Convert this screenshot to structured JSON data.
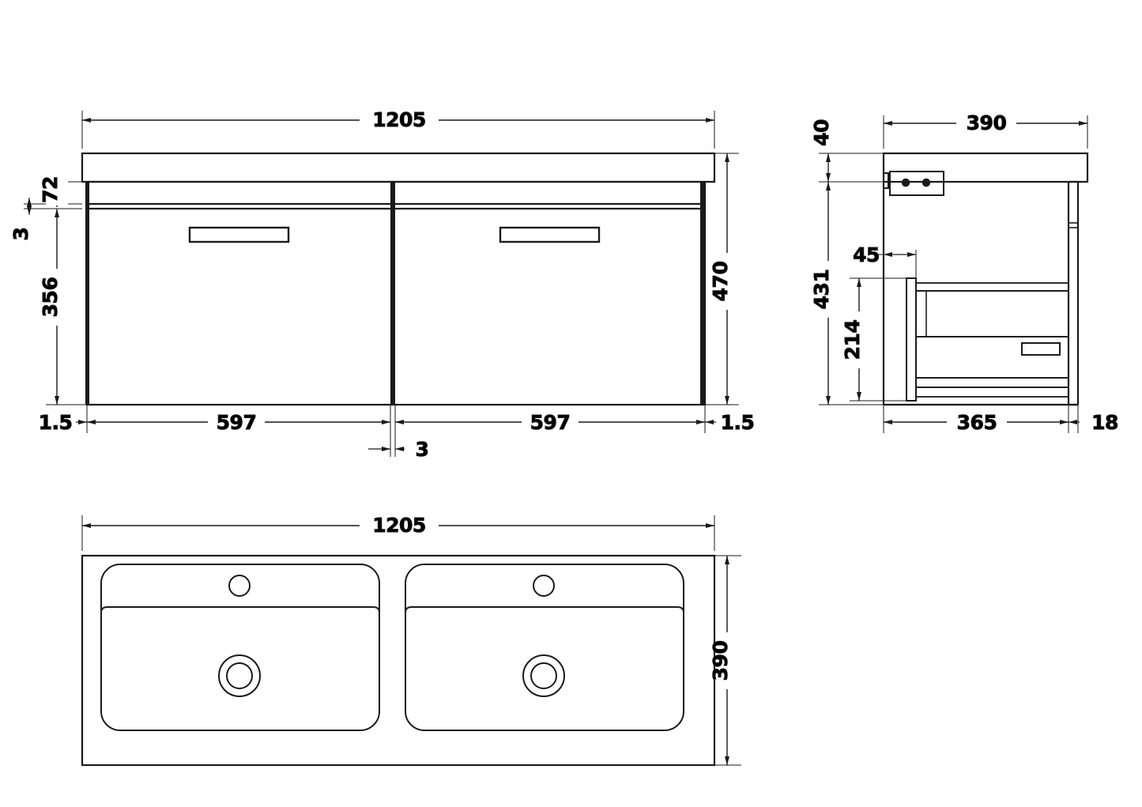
{
  "drawing": {
    "type": "technical-orthographic-drawing",
    "subject": "wall-hung double basin vanity unit with two drawers",
    "units": "mm",
    "line_color": "#1a1a1a",
    "background_color": "#ffffff"
  },
  "views": {
    "front": {
      "name": "front-elevation",
      "dimensions": {
        "overall_width": "1205",
        "overall_height": "470",
        "basin_top_height": "72",
        "gap": "3",
        "drawer_front_height": "356",
        "left_side_panel": "1.5",
        "right_side_panel": "1.5",
        "left_drawer_width": "597",
        "right_drawer_width": "597",
        "center_gap": "3"
      },
      "features": {
        "left_handle": "drawer-handle",
        "right_handle": "drawer-handle",
        "center_divider": "center-divider"
      }
    },
    "side": {
      "name": "side-elevation",
      "dimensions": {
        "overall_depth": "390",
        "basin_top_thickness": "40",
        "cabinet_height": "431",
        "bracket_offset": "45",
        "drawer_height": "214",
        "carcass_depth": "365",
        "front_panel_thickness": "18"
      },
      "features": {
        "wall_bracket": "wall-mounting-bracket",
        "bracket_holes": 2,
        "drawer_handle": "drawer-handle"
      }
    },
    "plan": {
      "name": "plan-view",
      "dimensions": {
        "overall_width": "1205",
        "overall_depth": "390"
      },
      "features": {
        "basin_count": 2,
        "tap_hole": "tap-hole",
        "waste_outlet": "waste-outlet"
      }
    }
  },
  "labels": {
    "w1205_front": "1205",
    "h470": "470",
    "h72": "72",
    "g3_left": "3",
    "h356": "356",
    "p15_left": "1.5",
    "p15_right": "1.5",
    "d597_left": "597",
    "d597_right": "597",
    "g3_center": "3",
    "d390_side": "390",
    "t40": "40",
    "h431": "431",
    "o45": "45",
    "h214": "214",
    "d365": "365",
    "t18": "18",
    "w1205_plan": "1205",
    "d390_plan": "390"
  }
}
